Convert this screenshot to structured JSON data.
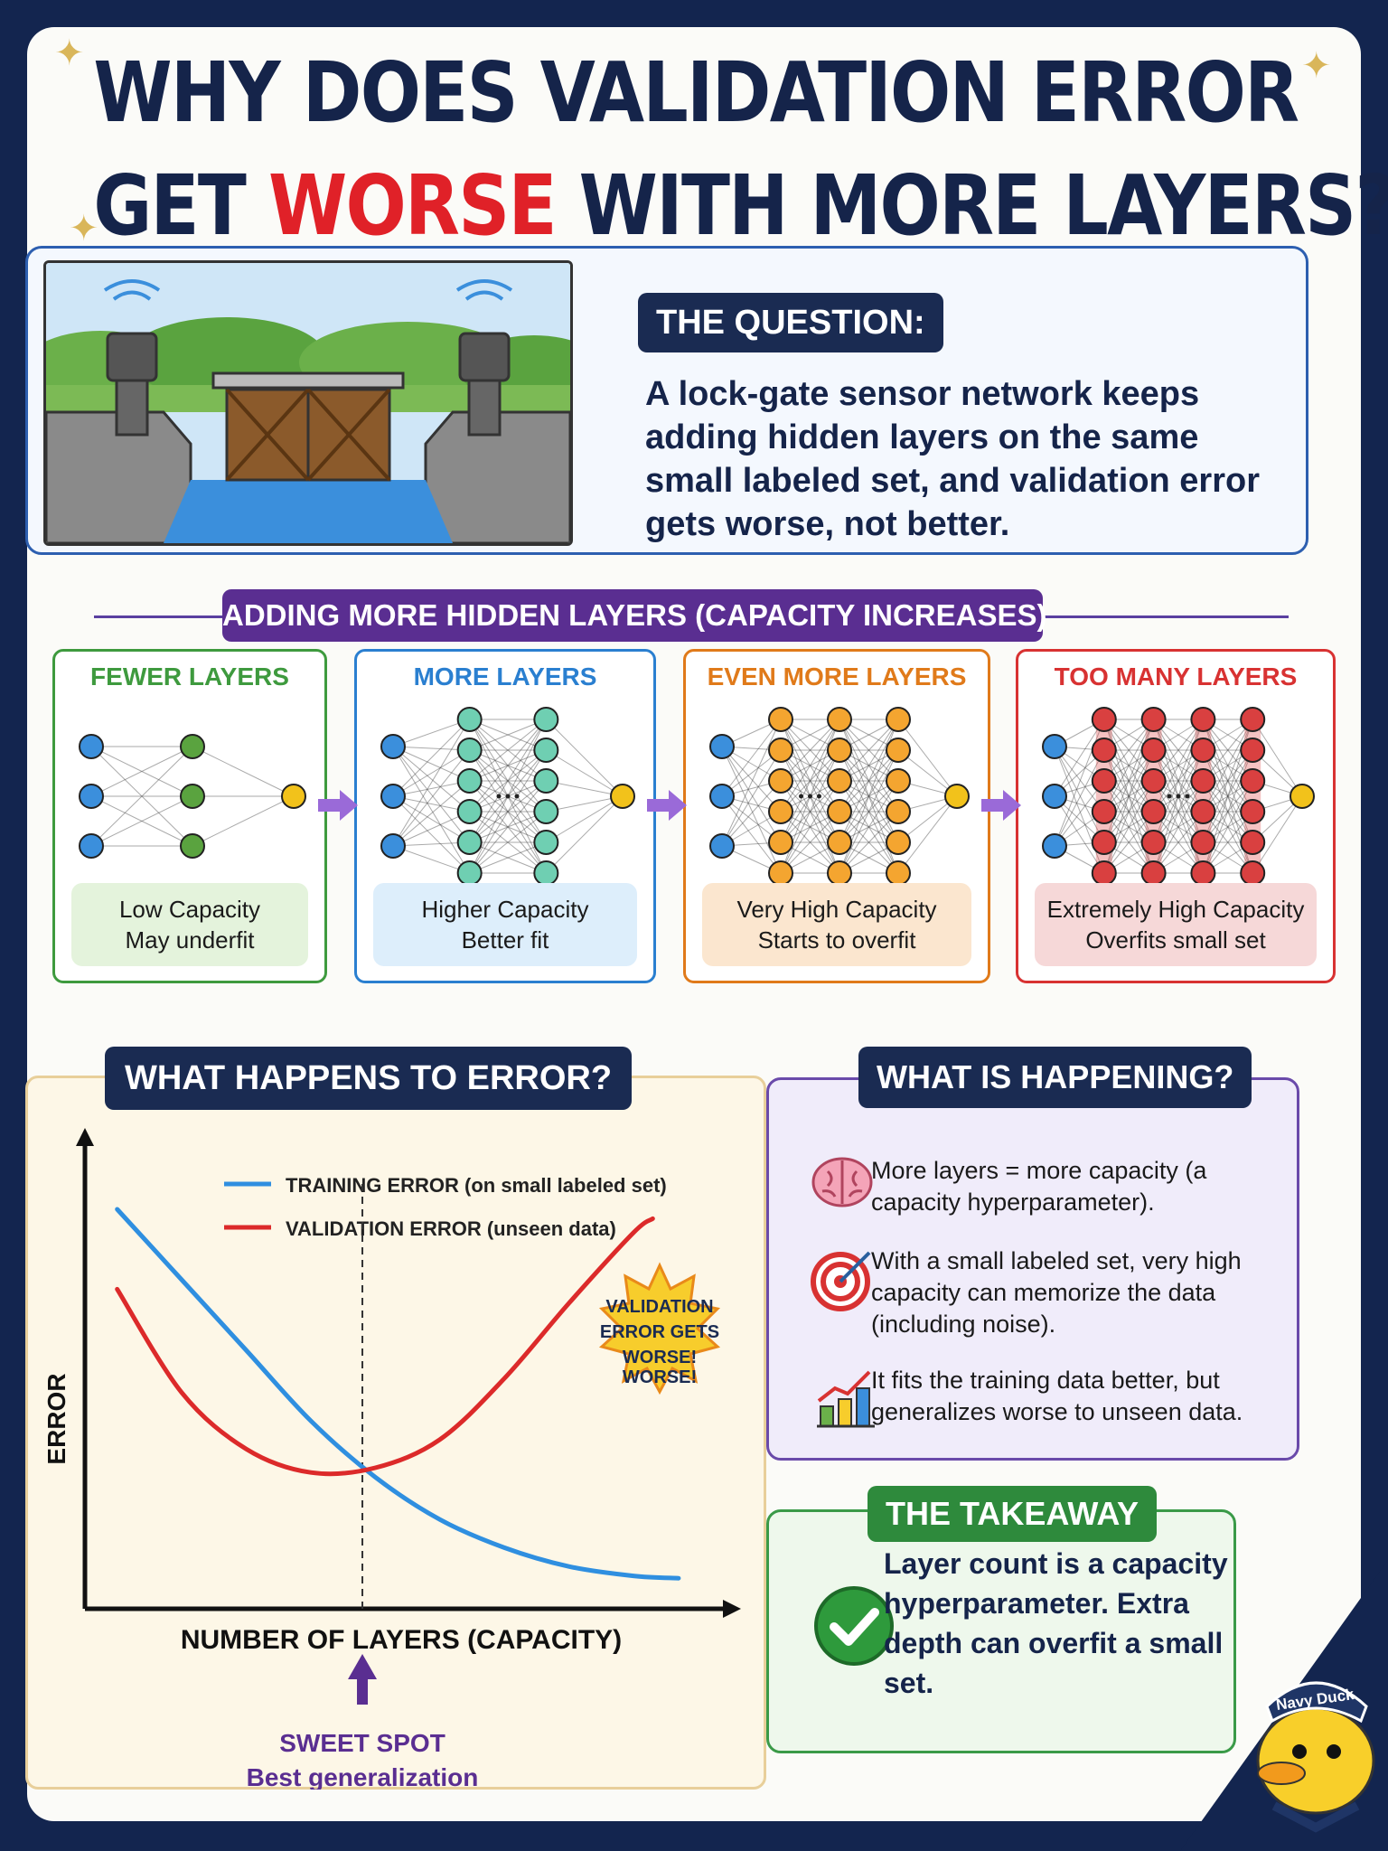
{
  "title": {
    "line1": "WHY DOES VALIDATION ERROR",
    "line2_pre": "GET ",
    "line2_emph": "WORSE",
    "line2_post": " WITH MORE LAYERS?"
  },
  "question": {
    "label": "THE QUESTION:",
    "text": "A lock-gate sensor network keeps adding hidden layers on the same small labeled set, and validation error gets worse, not better."
  },
  "banner": "ADDING MORE HIDDEN LAYERS (CAPACITY INCREASES)",
  "stages": [
    {
      "title": "FEWER LAYERS",
      "cap1": "Low Capacity",
      "cap2": "May underfit",
      "color": "#3e9a3e",
      "fill": "#e4f3dc"
    },
    {
      "title": "MORE LAYERS",
      "cap1": "Higher Capacity",
      "cap2": "Better fit",
      "color": "#2a7fd0",
      "fill": "#ddeefb"
    },
    {
      "title": "EVEN MORE LAYERS",
      "cap1": "Very High Capacity",
      "cap2": "Starts to overfit",
      "color": "#e07a1a",
      "fill": "#fbe6cf"
    },
    {
      "title": "TOO MANY LAYERS",
      "cap1": "Extremely High Capacity",
      "cap2": "Overfits small set",
      "color": "#d83232",
      "fill": "#f6d8d8"
    }
  ],
  "chart": {
    "heading": "WHAT HAPPENS TO ERROR?",
    "ylabel": "ERROR",
    "xlabel": "NUMBER OF LAYERS (CAPACITY)",
    "legend_train": "TRAINING ERROR (on small labeled set)",
    "legend_val": "VALIDATION ERROR (unseen data)",
    "burst": [
      "VALIDATION",
      "ERROR GETS",
      "WORSE!"
    ],
    "sweet_title": "SWEET SPOT",
    "sweet_sub": "Best generalization"
  },
  "chart_data": {
    "type": "line",
    "title": "",
    "xlabel": "NUMBER OF LAYERS (CAPACITY)",
    "ylabel": "ERROR",
    "xlim": [
      0,
      10
    ],
    "ylim": [
      0,
      10
    ],
    "series": [
      {
        "name": "TRAINING ERROR (on small labeled set)",
        "color": "#2f8fe0",
        "x": [
          0.5,
          1.5,
          2.5,
          3.5,
          4.5,
          5.5,
          6.5,
          7.5,
          8.5,
          9.2
        ],
        "y": [
          8.5,
          7.0,
          5.5,
          4.0,
          2.8,
          1.9,
          1.3,
          0.9,
          0.7,
          0.65
        ]
      },
      {
        "name": "VALIDATION ERROR (unseen data)",
        "color": "#dc2a2a",
        "x": [
          0.5,
          1.5,
          2.5,
          3.5,
          4.5,
          5.5,
          6.5,
          7.5,
          8.5,
          8.8
        ],
        "y": [
          6.8,
          4.6,
          3.4,
          2.9,
          3.0,
          3.6,
          4.9,
          6.5,
          8.0,
          8.3
        ]
      }
    ],
    "sweet_spot_x": 4.3
  },
  "happening": {
    "heading": "WHAT IS HAPPENING?",
    "items": [
      "More layers = more capacity (a capacity hyperparameter).",
      "With a small labeled set, very high capacity can memorize the data (including noise).",
      "It fits the training data better, but generalizes worse to unseen data."
    ]
  },
  "takeaway": {
    "heading": "THE TAKEAWAY",
    "text": "Layer count is a capacity hyperparameter. Extra depth can overfit a small set."
  },
  "mascot": "Navy Duck",
  "colors": {
    "navy": "#15244a",
    "accent_red": "#e02128",
    "purple": "#5a2e91"
  }
}
